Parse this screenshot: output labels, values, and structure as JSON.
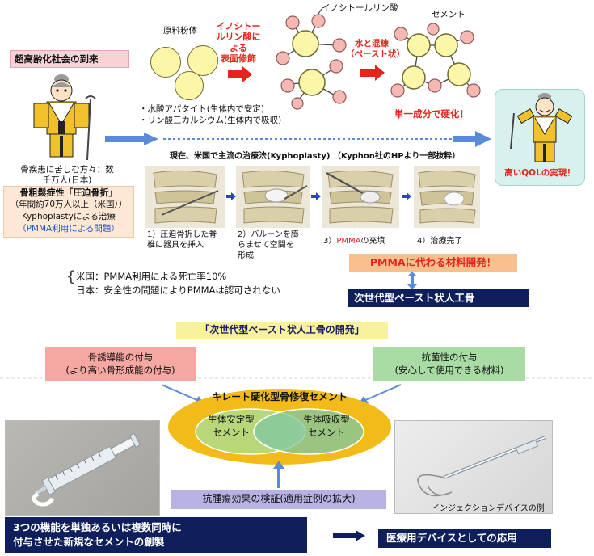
{
  "top": {
    "society_label": "超高齢化社会の到来",
    "raw_powder_label": "原料粉体",
    "surface_mod": [
      "イノシトー",
      "ルリン酸に",
      "よる",
      "表面修飾"
    ],
    "ip6_label": "イノシトールリン酸",
    "cement_label": "セメント",
    "mix_label": [
      "水と混練",
      "（ペースト状）"
    ],
    "single_harden": "単一成分で硬化！",
    "materials": [
      "・水酸アパタイト(生体内で安定)",
      "・リン酸三カルシウム(生体内で吸収)"
    ],
    "patients": [
      "骨疾患に苦しむ方々：数",
      "千万人(日本)"
    ],
    "high_qol": "高いQOLの実現！"
  },
  "osteo": {
    "line1": "骨粗鬆症性「圧迫骨折」",
    "line2": "（年間約70万人以上（米国））",
    "line3": "Kyphoplastyによる治療",
    "line4": "（PMMA利用による問題）"
  },
  "kypho": {
    "title": "現在、米国で主流の治療法(Kyphoplasty) （Kyphon社のHPより一部抜粋）",
    "steps": [
      [
        "1）圧迫骨折した脊",
        "椎に器具を挿入"
      ],
      [
        "2）バルーンを膨",
        "らませて空間を",
        "形成"
      ],
      [
        "3）PMMAの充填"
      ],
      [
        "4）治療完了"
      ]
    ],
    "step3_pmma": "PMMA"
  },
  "issues": {
    "us": "米国：PMMA利用による死亡率10%",
    "jp": "日本：安全性の問題によりPMMAは認可されない"
  },
  "develop_pmma": "PMMAに代わる材料開発！",
  "next_gen": "次世代型ペースト状人工骨",
  "dev_title": "「次世代型ペースト状人工骨の開発」",
  "osteo_induct": [
    "骨誘導能の付与",
    "(より高い骨形成能の付与)"
  ],
  "antibac": [
    "抗菌性の付与",
    "(安心して使用できる材料)"
  ],
  "chelate": {
    "title": "キレート硬化型骨修復セメント",
    "stable": [
      "生体安定型",
      "セメント"
    ],
    "absorb": [
      "生体吸収型",
      "セメント"
    ]
  },
  "antitumor": "抗腫瘍効果の検証(適用症例の拡大)",
  "injection_caption": "インジェクションデバイスの例",
  "novel": [
    "3つの機能を単独あるいは複数同時に",
    "付与させた新規なセメントの創製"
  ],
  "medical_device": "医療用デバイスとしての応用"
}
